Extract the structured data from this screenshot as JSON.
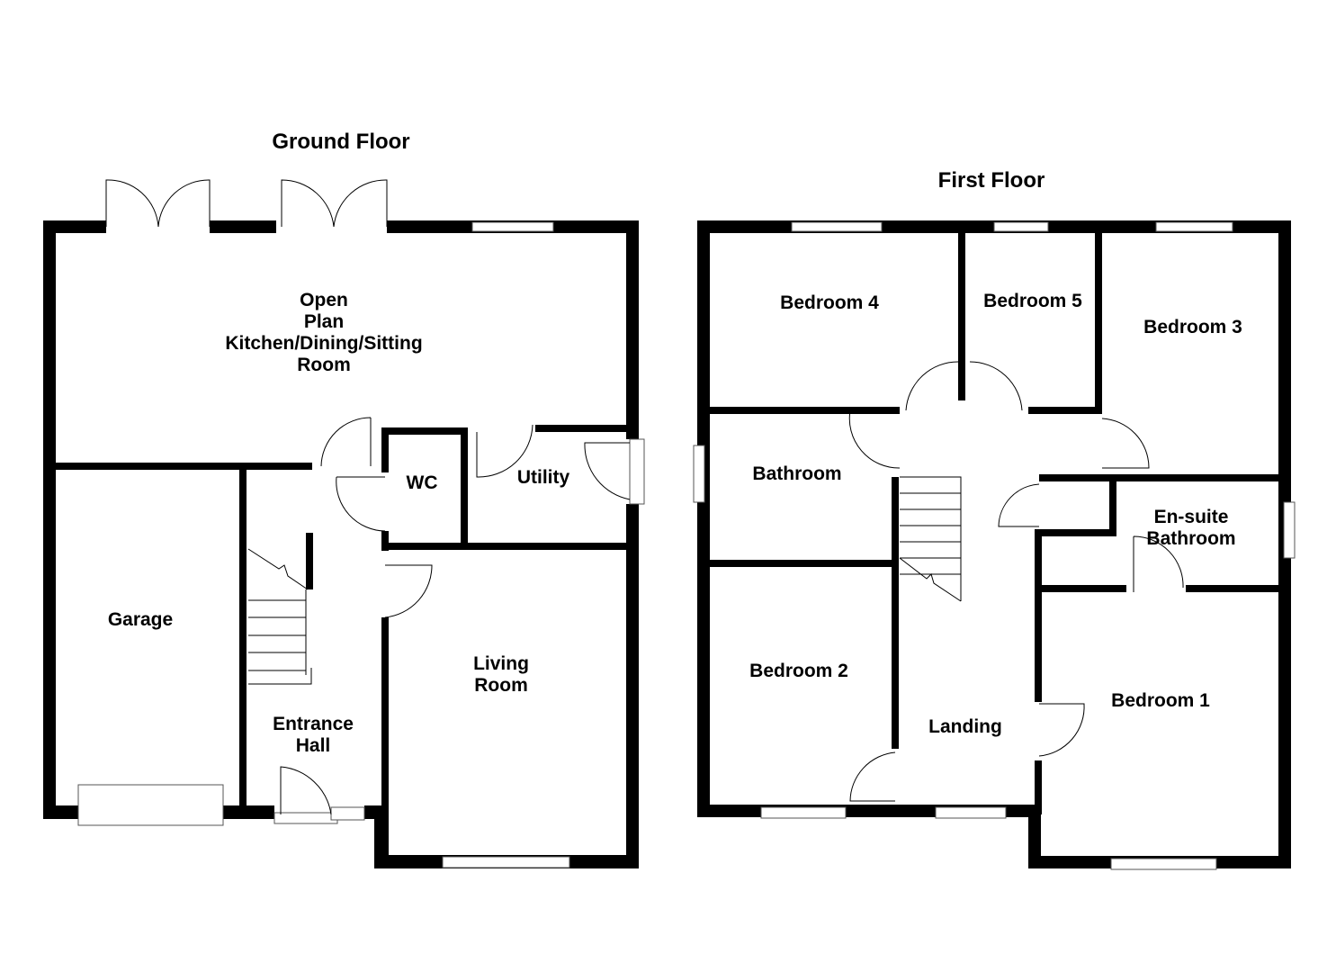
{
  "ground_floor": {
    "title": "Ground Floor",
    "rooms": {
      "kitchen": [
        "Open",
        "Plan",
        "Kitchen/Dining/Sitting",
        "Room"
      ],
      "wc": "WC",
      "utility": "Utility",
      "garage": "Garage",
      "living": [
        "Living",
        "Room"
      ],
      "hall": [
        "Entrance",
        "Hall"
      ]
    }
  },
  "first_floor": {
    "title": "First Floor",
    "rooms": {
      "bedroom4": "Bedroom 4",
      "bedroom5": "Bedroom 5",
      "bedroom3": "Bedroom 3",
      "bathroom": "Bathroom",
      "ensuite": [
        "En-suite",
        "Bathroom"
      ],
      "bedroom2": "Bedroom 2",
      "landing": "Landing",
      "bedroom1": "Bedroom 1"
    }
  }
}
